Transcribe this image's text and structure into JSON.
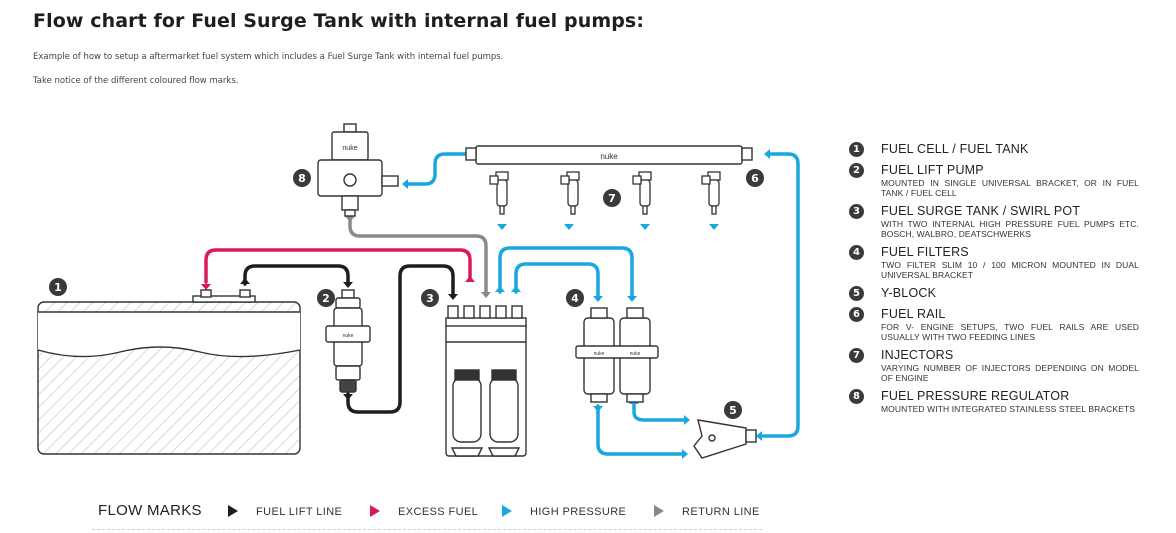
{
  "header": {
    "title": "Flow chart for Fuel Surge Tank with internal fuel pumps:",
    "desc1": "Example of how to setup a aftermarket fuel system which includes a Fuel Surge Tank with internal fuel pumps.",
    "desc2": "Take notice of the different coloured flow marks."
  },
  "colors": {
    "lift": "#1e1e1e",
    "excess": "#d8195a",
    "high": "#1aa7e0",
    "return": "#888888"
  },
  "diagram": {
    "brand": "nuke",
    "callouts": [
      "1",
      "2",
      "3",
      "4",
      "5",
      "6",
      "7",
      "8"
    ]
  },
  "legend": [
    {
      "num": "1",
      "title": "FUEL CELL  /  FUEL TANK",
      "sub": ""
    },
    {
      "num": "2",
      "title": "FUEL LIFT PUMP",
      "sub": "MOUNTED IN SINGLE UNIVERSAL BRACKET, OR IN FUEL TANK / FUEL CELL"
    },
    {
      "num": "3",
      "title": "FUEL SURGE TANK / SWIRL POT",
      "sub": "WITH TWO INTERNAL HIGH PRESSURE FUEL PUMPS ETC. BOSCH, WALBRO, DEATSCHWERKS"
    },
    {
      "num": "4",
      "title": "FUEL FILTERS",
      "sub": "TWO FILTER SLIM 10 / 100 MICRON MOUNTED IN DUAL UNIVERSAL BRACKET"
    },
    {
      "num": "5",
      "title": "Y-BLOCK",
      "sub": ""
    },
    {
      "num": "6",
      "title": "FUEL RAIL",
      "sub": "FOR V- ENGINE SETUPS, TWO FUEL RAILS ARE USED USUALLY WITH TWO FEEDING LINES"
    },
    {
      "num": "7",
      "title": "INJECTORS",
      "sub": "VARYING NUMBER OF INJECTORS DEPENDING ON MODEL OF ENGINE"
    },
    {
      "num": "8",
      "title": "FUEL PRESSURE REGULATOR",
      "sub": "MOUNTED WITH INTEGRATED STAINLESS STEEL BRACKETS"
    }
  ],
  "flow_marks": {
    "label": "FLOW MARKS",
    "items": [
      {
        "name": "FUEL LIFT LINE",
        "color": "#1e1e1e"
      },
      {
        "name": "EXCESS FUEL",
        "color": "#d8195a"
      },
      {
        "name": "HIGH PRESSURE",
        "color": "#1aa7e0"
      },
      {
        "name": "RETURN LINE",
        "color": "#888888"
      }
    ]
  }
}
